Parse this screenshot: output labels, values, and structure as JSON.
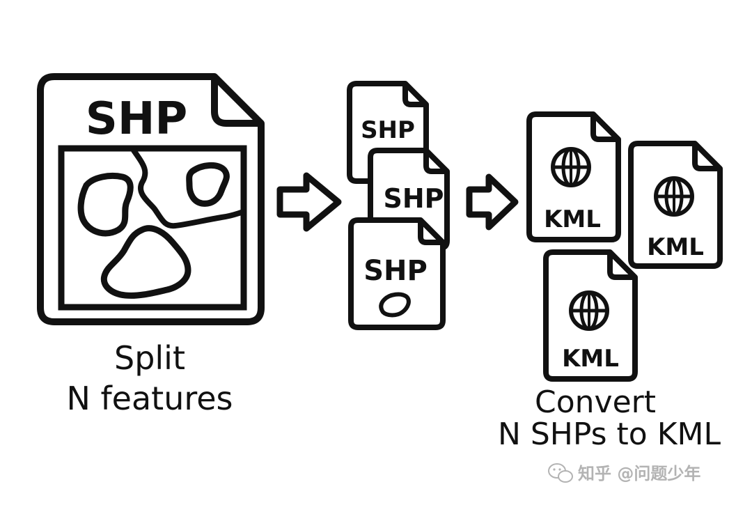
{
  "stroke_color": "#111111",
  "background": "#ffffff",
  "source": {
    "file_label": "SHP",
    "icon": "map-icon"
  },
  "split_caption": {
    "line1": "Split",
    "line2": "N features"
  },
  "split_files": [
    "SHP",
    "SHP",
    "SHP"
  ],
  "kml_files": [
    "KML",
    "KML",
    "KML"
  ],
  "kml_icon": "globe-icon",
  "convert_caption": {
    "line1": "Convert",
    "line2": "N SHPs to KML"
  },
  "arrows": [
    "arrow-right-icon",
    "arrow-right-icon"
  ],
  "watermark": {
    "text": "知乎 @问题少年",
    "icon": "wechat-icon"
  }
}
